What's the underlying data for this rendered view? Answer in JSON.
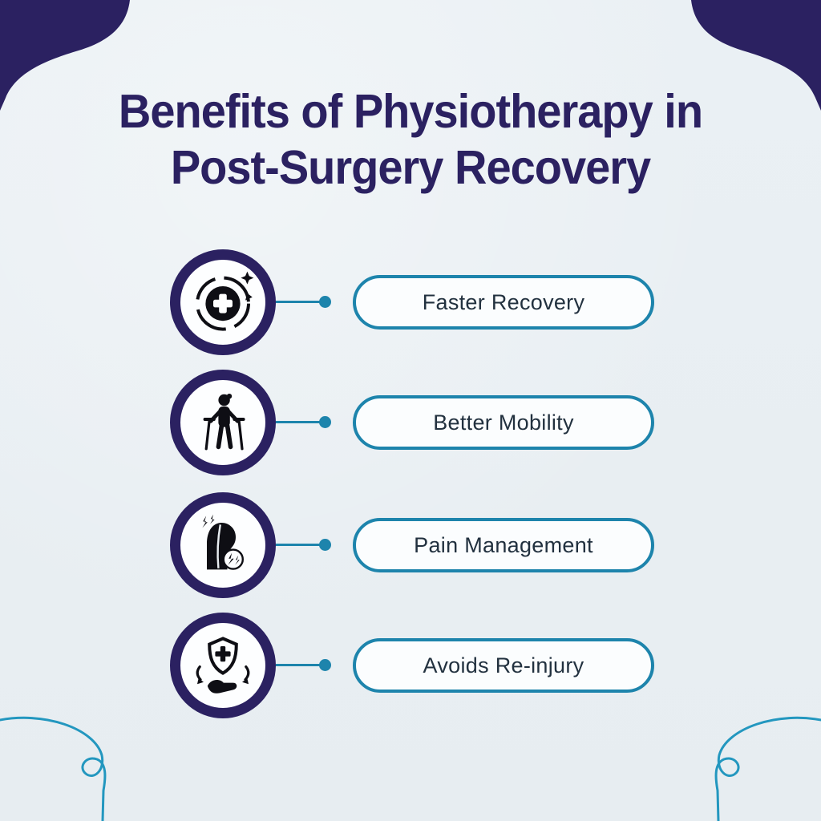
{
  "title": {
    "line1": "Benefits of Physiotherapy in",
    "line2": "Post-Surgery Recovery"
  },
  "items": [
    {
      "label": "Faster Recovery",
      "icon": "medical-cross-recovery-icon"
    },
    {
      "label": "Better Mobility",
      "icon": "person-crutches-icon"
    },
    {
      "label": "Pain Management",
      "icon": "back-pain-icon"
    },
    {
      "label": "Avoids Re-injury",
      "icon": "shield-hand-protection-icon"
    }
  ],
  "colors": {
    "background": "#e9eef2",
    "primary_purple": "#2b2161",
    "accent_teal": "#1d84ac",
    "icon_black": "#0e0e14",
    "pill_text": "#22313f"
  }
}
